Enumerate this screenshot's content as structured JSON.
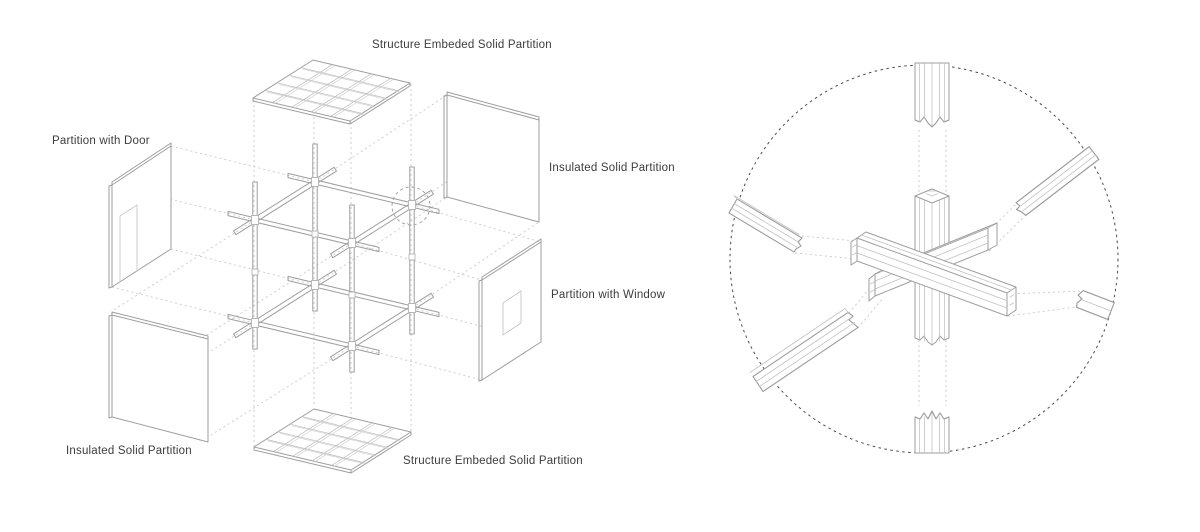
{
  "labels": {
    "top": "Structure Embeded Solid Partition",
    "partition_with_door": "Partition with Door",
    "insulated_solid_partition_right": "Insulated Solid Partition",
    "partition_with_window": "Partition with Window",
    "insulated_solid_partition_left": "Insulated Solid Partition",
    "bottom": "Structure Embeded Solid Partition"
  },
  "colors": {
    "background": "#ffffff",
    "line_light": "#c2c2c2",
    "line_mid": "#9e9e9e",
    "line_dark": "#7d7d7d",
    "dotted_guide": "#c9c9c9",
    "detail_circle_dash": "#4a4a4a",
    "text": "#3c3c3c"
  },
  "views": {
    "left": "exploded-axonometric-partition-system",
    "right": "frame-joint-detail-callout"
  }
}
